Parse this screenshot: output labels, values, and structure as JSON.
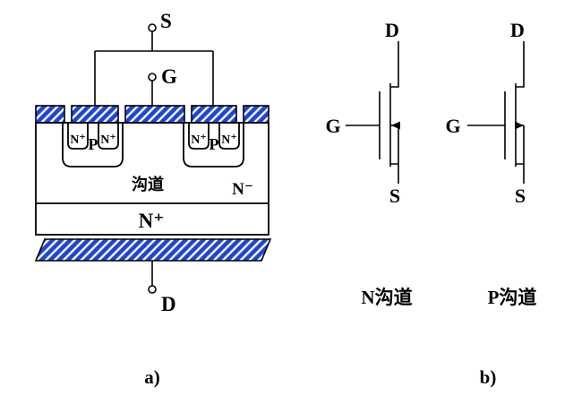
{
  "device": {
    "terminals": {
      "source": "S",
      "gate": "G",
      "drain": "D"
    },
    "regions": {
      "left_well": {
        "n1": "N⁺",
        "p": "P",
        "n2": "N⁺"
      },
      "right_well": {
        "n1": "N⁺",
        "p": "P",
        "n2": "N⁺"
      },
      "channel": "沟道",
      "drift": "N⁻",
      "substrate": "N⁺"
    },
    "caption": "a)"
  },
  "symbols": {
    "n_channel": {
      "drain": "D",
      "gate": "G",
      "source": "S",
      "label": "N沟道"
    },
    "p_channel": {
      "drain": "D",
      "gate": "G",
      "source": "S",
      "label": "P沟道"
    },
    "caption": "b)"
  },
  "colors": {
    "hatch": "#2045d2",
    "stroke": "#000000",
    "background": "#ffffff"
  }
}
